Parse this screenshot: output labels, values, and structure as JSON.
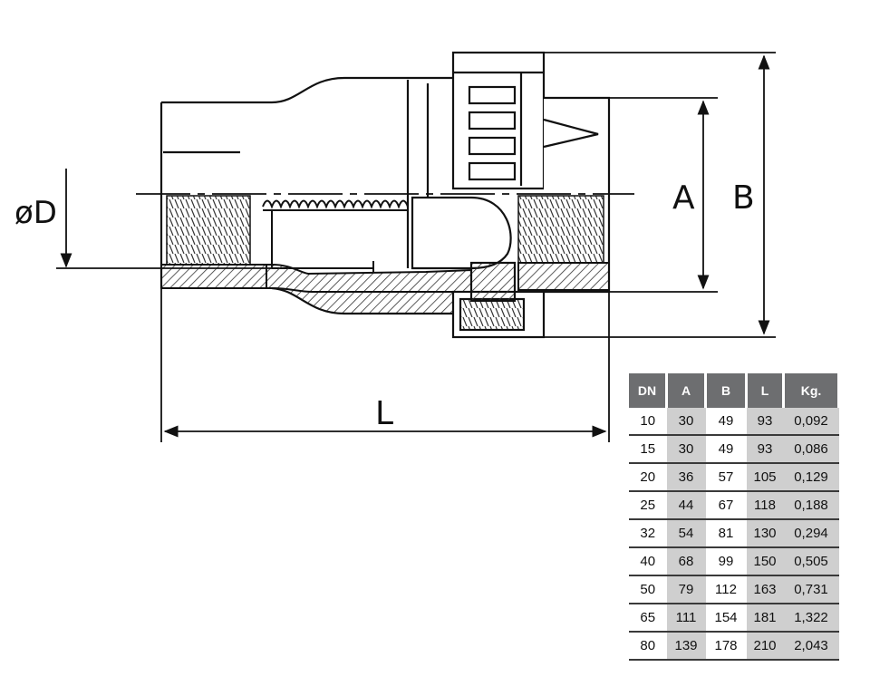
{
  "drawing": {
    "labels": {
      "diameter": "øD",
      "dim_a": "A",
      "dim_b": "B",
      "dim_l": "L"
    },
    "colors": {
      "line": "#111111",
      "hatch": "#444444",
      "header_bg": "#6d6e70",
      "cell_shade": "#cfcfcf"
    }
  },
  "table": {
    "headers": [
      "DN",
      "A",
      "B",
      "L",
      "Kg."
    ],
    "rows": [
      [
        "10",
        "30",
        "49",
        "93",
        "0,092"
      ],
      [
        "15",
        "30",
        "49",
        "93",
        "0,086"
      ],
      [
        "20",
        "36",
        "57",
        "105",
        "0,129"
      ],
      [
        "25",
        "44",
        "67",
        "118",
        "0,188"
      ],
      [
        "32",
        "54",
        "81",
        "130",
        "0,294"
      ],
      [
        "40",
        "68",
        "99",
        "150",
        "0,505"
      ],
      [
        "50",
        "79",
        "112",
        "163",
        "0,731"
      ],
      [
        "65",
        "111",
        "154",
        "181",
        "1,322"
      ],
      [
        "80",
        "139",
        "178",
        "210",
        "2,043"
      ]
    ]
  }
}
